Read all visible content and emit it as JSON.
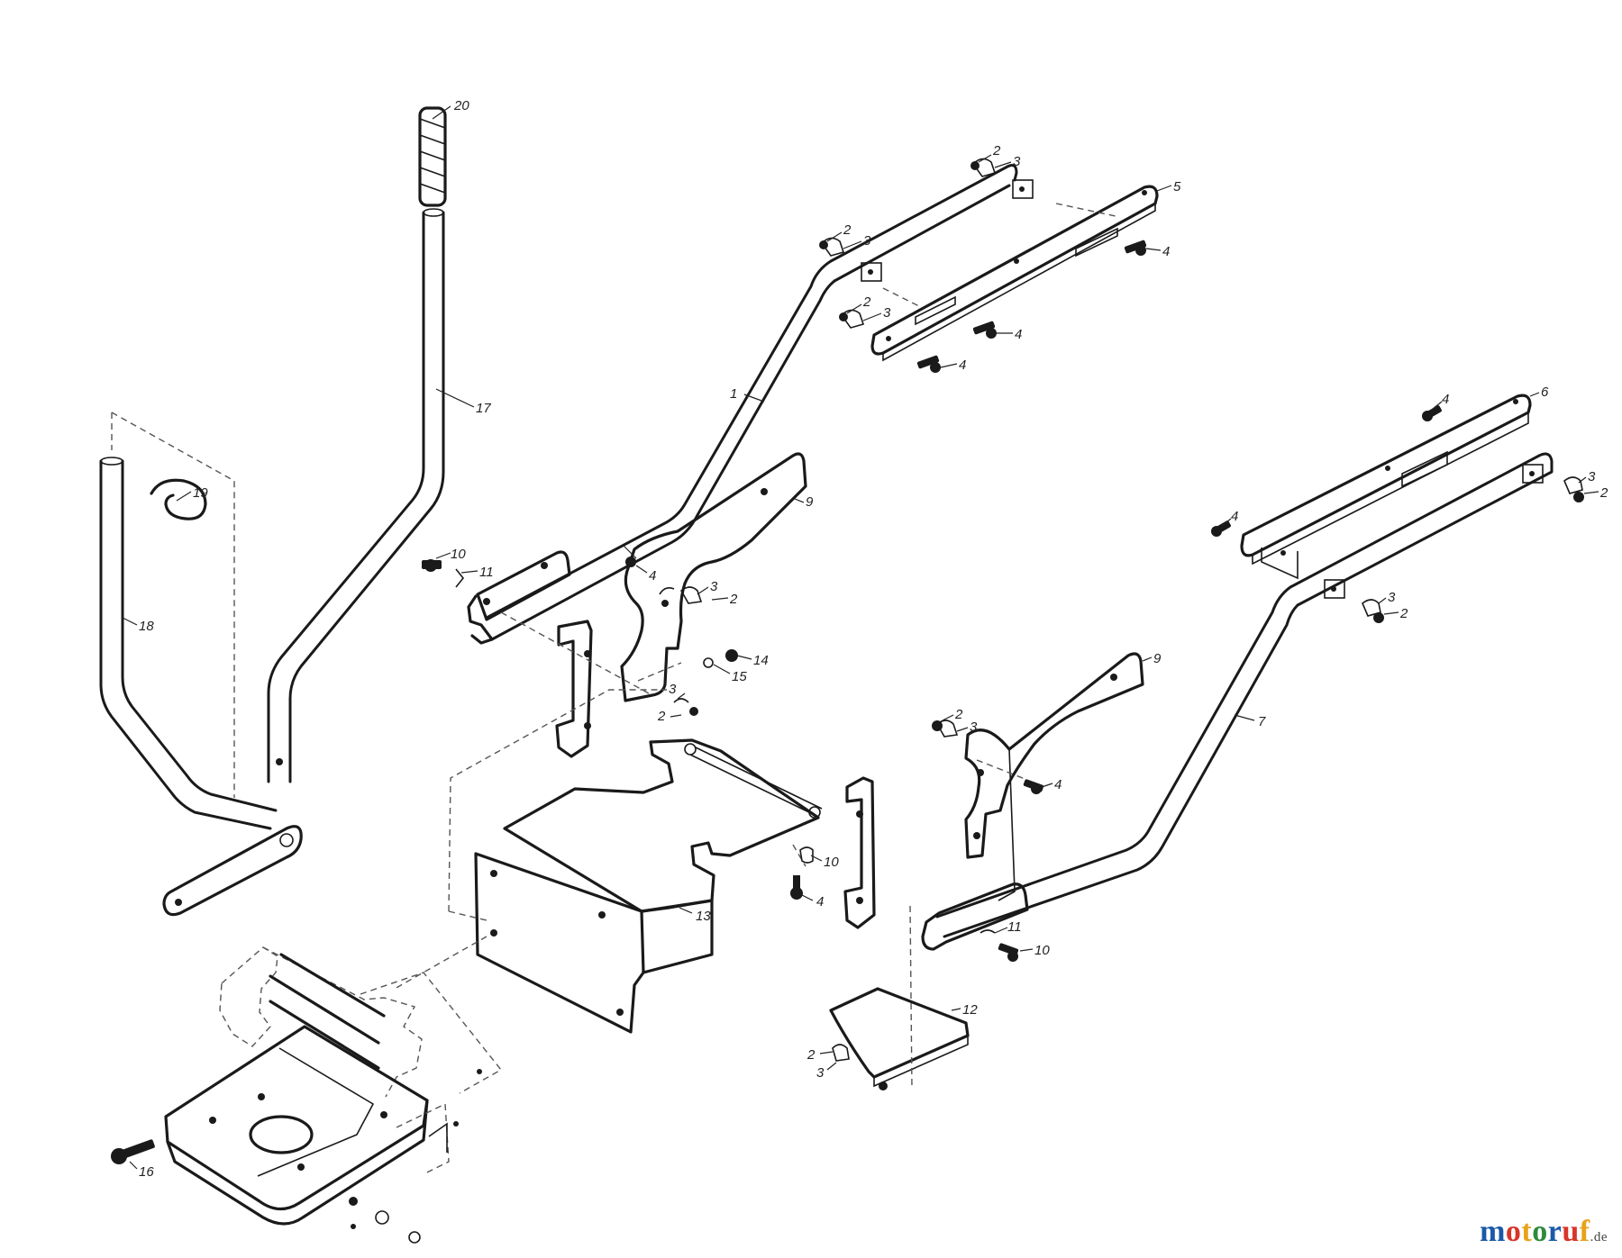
{
  "diagram": {
    "callouts": [
      {
        "id": "c20",
        "text": "20"
      },
      {
        "id": "c17",
        "text": "17"
      },
      {
        "id": "c18",
        "text": "18"
      },
      {
        "id": "c19",
        "text": "19"
      },
      {
        "id": "c1",
        "text": "1"
      },
      {
        "id": "c5",
        "text": "5"
      },
      {
        "id": "c2a",
        "text": "2"
      },
      {
        "id": "c3a",
        "text": "3"
      },
      {
        "id": "c2b",
        "text": "2"
      },
      {
        "id": "c3b",
        "text": "3"
      },
      {
        "id": "c2c",
        "text": "2"
      },
      {
        "id": "c3c",
        "text": "3"
      },
      {
        "id": "c4a",
        "text": "4"
      },
      {
        "id": "c4b",
        "text": "4"
      },
      {
        "id": "c4c",
        "text": "4"
      },
      {
        "id": "c9a",
        "text": "9"
      },
      {
        "id": "c10a",
        "text": "10"
      },
      {
        "id": "c11a",
        "text": "11"
      },
      {
        "id": "c4d",
        "text": "4"
      },
      {
        "id": "c3d",
        "text": "3"
      },
      {
        "id": "c2d",
        "text": "2"
      },
      {
        "id": "c14",
        "text": "14"
      },
      {
        "id": "c15",
        "text": "15"
      },
      {
        "id": "c3e",
        "text": "3"
      },
      {
        "id": "c2e",
        "text": "2"
      },
      {
        "id": "c6",
        "text": "6"
      },
      {
        "id": "c4e",
        "text": "4"
      },
      {
        "id": "c4f",
        "text": "4"
      },
      {
        "id": "c3f",
        "text": "3"
      },
      {
        "id": "c2f",
        "text": "2"
      },
      {
        "id": "c3g",
        "text": "3"
      },
      {
        "id": "c2g",
        "text": "2"
      },
      {
        "id": "c9b",
        "text": "9"
      },
      {
        "id": "c7",
        "text": "7"
      },
      {
        "id": "c2h",
        "text": "2"
      },
      {
        "id": "c3h",
        "text": "3"
      },
      {
        "id": "c4g",
        "text": "4"
      },
      {
        "id": "c10b",
        "text": "10"
      },
      {
        "id": "c4h",
        "text": "4"
      },
      {
        "id": "c13",
        "text": "13"
      },
      {
        "id": "c11b",
        "text": "11"
      },
      {
        "id": "c10c",
        "text": "10"
      },
      {
        "id": "c12",
        "text": "12"
      },
      {
        "id": "c2i",
        "text": "2"
      },
      {
        "id": "c3i",
        "text": "3"
      },
      {
        "id": "c16",
        "text": "16"
      }
    ]
  },
  "logo": {
    "name": "motoruf",
    "tld": ".de",
    "colors": [
      "#1a5aa8",
      "#d8352a",
      "#e8a21a",
      "#2e8b3a",
      "#1a5aa8",
      "#d8352a",
      "#e8a21a"
    ]
  }
}
